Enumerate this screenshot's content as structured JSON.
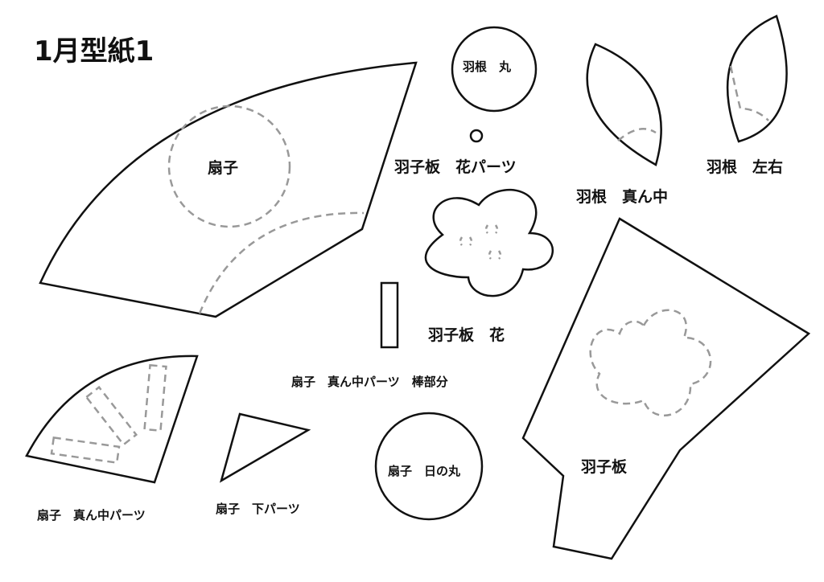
{
  "title": "1月型紙1",
  "labels": {
    "sensu": "扇子",
    "hane_maru": "羽根　丸",
    "hagoita_hana_parts": "羽子板　花パーツ",
    "hane_mannaka": "羽根　真ん中",
    "hane_sayu": "羽根　左右",
    "hagoita_hana": "羽子板　花",
    "sensu_bou": "扇子　真ん中パーツ　棒部分",
    "sensu_mannaka": "扇子　真ん中パーツ",
    "sensu_shita": "扇子　下パーツ",
    "sensu_hinomaru": "扇子　日の丸",
    "hagoita": "羽子板"
  },
  "colors": {
    "outline": "#111111",
    "dashed": "#999999"
  }
}
